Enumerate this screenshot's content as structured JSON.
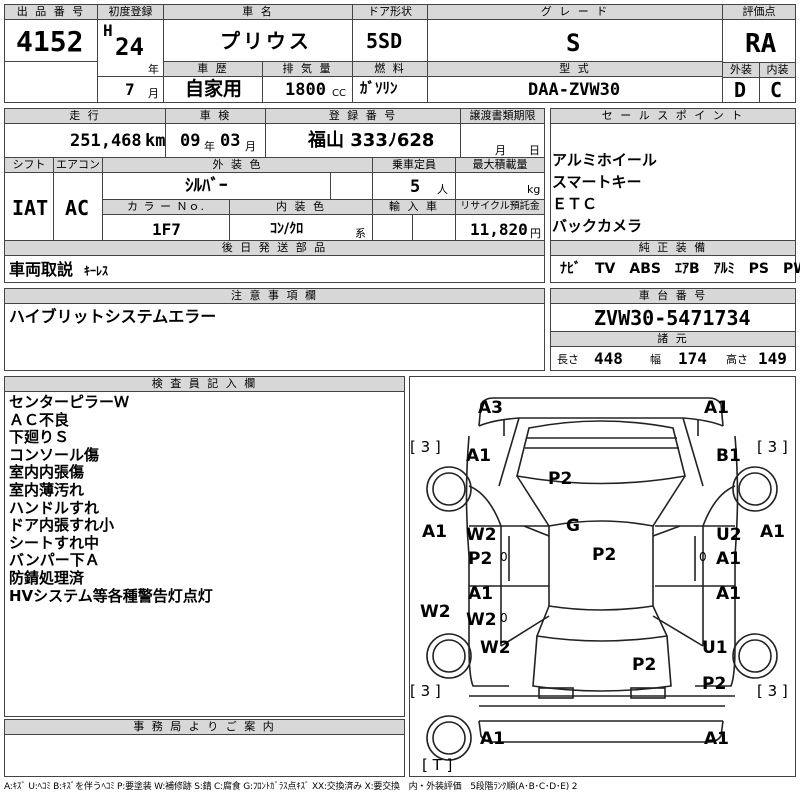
{
  "header": {
    "lot_no_label": "出 品 番 号",
    "lot_no": "4152",
    "first_reg_label": "初度登録",
    "era": "H",
    "year": "24",
    "year_unit": "年",
    "month": "7",
    "month_unit": "月",
    "car_name_label": "車 名",
    "car_name": "プ リ ウ ス",
    "door_label": "ドア形状",
    "door": "5SD",
    "grade_label": "グ レ ー ド",
    "grade": "S",
    "score_label": "評価点",
    "score": "RA",
    "history_label": "車 歴",
    "history": "自家用",
    "displacement_label": "排 気 量",
    "displacement": "1800",
    "displacement_unit": "CC",
    "fuel_label": "燃 料",
    "fuel": "ｶﾞｿﾘﾝ",
    "model_label": "型 式",
    "model": "DAA-ZVW30",
    "exterior_label": "外装",
    "exterior": "D",
    "interior_label": "内装",
    "interior": "C"
  },
  "row2": {
    "mileage_label": "走 行",
    "mileage": "251,468",
    "mileage_unit": "km",
    "inspection_label": "車 検",
    "insp_year": "09",
    "insp_year_unit": "年",
    "insp_month": "03",
    "insp_month_unit": "月",
    "plate_label": "登 録 番 号",
    "plate": "福山 333ﾉ628",
    "transfer_label": "譲渡書類期限",
    "transfer_month_unit": "月",
    "transfer_day_unit": "日",
    "sales_label": "セ ー ル ス ポ イ ン ト",
    "sales_points": [
      "アルミホイール",
      "スマートキー",
      "ＥＴＣ",
      "バックカメラ"
    ],
    "shift_label": "シフト",
    "shift": "IAT",
    "ac_label": "エアコン",
    "ac": "AC",
    "color_label": "外 装 色",
    "color": "ｼﾙﾊﾞｰ",
    "capacity_label": "乗車定員",
    "capacity": "5",
    "capacity_unit": "人",
    "load_label": "最大積載量",
    "load_unit": "kg",
    "color_no_label": "カ ラ ー Ｎｏ.",
    "color_no": "1F7",
    "interior_color_label": "内 装 色",
    "interior_color": "ｺﾝ/ｸﾛ",
    "interior_color_unit": "系",
    "import_label": "輸 入 車",
    "recycle_label": "リサイクル預託金",
    "recycle": "11,820",
    "recycle_unit": "円",
    "later_parts_label": "後 日 発 送 部 品",
    "later_parts": "車両取説",
    "later_parts_extra": "ｷｰﾚｽ",
    "equipment_label": "純 正 装 備",
    "equipment": "ﾅﾋﾞ　TV　ABS　ｴｱB　ｱﾙﾐ　PS　PW"
  },
  "notes": {
    "label": "注 意 事 項 欄",
    "text": "ハイブリットシステムエラー"
  },
  "chassis": {
    "label": "車 台 番 号",
    "number": "ZVW30-5471734",
    "specs_label": "諸 元",
    "length_label": "長さ",
    "length": "448",
    "width_label": "幅",
    "width": "174",
    "height_label": "高さ",
    "height": "149"
  },
  "inspector": {
    "label": "検 査 員 記 入 欄",
    "lines": [
      "センターピラーＷ",
      "ＡＣ不良",
      "下廻りＳ",
      "コンソール傷",
      "室内内張傷",
      "室内薄汚れ",
      "ハンドルすれ",
      "ドア内張すれ小",
      "シートすれ中",
      "バンパー下Ａ",
      "防錆処理済",
      "HVシステム等各種警告灯点灯"
    ]
  },
  "office": {
    "label": "事 務 局 よ り ご 案 内"
  },
  "diagram": {
    "marks": {
      "front_left": "A3",
      "front_right": "A1",
      "tire_fl": "[ 3 ]",
      "tire_fr": "[ 3 ]",
      "fender_fl": "A1",
      "fender_fr": "B1",
      "hood": "P2",
      "roof_g": "G",
      "side_l": "A1",
      "side_r": "A1",
      "door_fl1": "W2",
      "door_fl2": "P2",
      "door_fl_o": "0",
      "door_fr1": "U2",
      "door_fr2": "A1",
      "door_fr_o": "0",
      "roof": "P2",
      "door_rl1": "A1",
      "door_rl2": "W2",
      "door_rl_o": "0",
      "door_rr": "A1",
      "pillar_l": "W2",
      "quarter_l": "W2",
      "quarter_r": "U1",
      "trunk": "P2",
      "rear_r": "P2",
      "tire_rl": "[ 3 ]",
      "tire_rr": "[ 3 ]",
      "rear_left": "A1",
      "rear_right": "A1",
      "spare": "[ T ]"
    }
  },
  "legend": "A:ｷｽﾞ U:ﾍｺﾐ B:ｷｽﾞを伴うﾍｺﾐ P:要塗装 W:補修跡 S:錆 C:腐食 G:ﾌﾛﾝﾄｶﾞﾗｽ点ｷｽﾞ XX:交換済み X:要交換　内・外装評価　5段階ﾗﾝｸ順(A･B･C･D･E) 2"
}
